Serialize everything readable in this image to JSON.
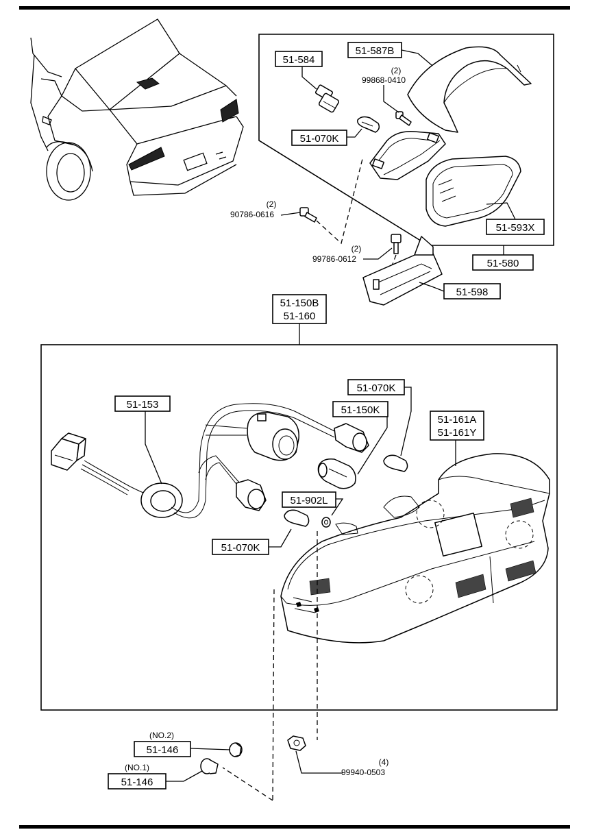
{
  "labels": {
    "p51_584": "51-584",
    "p51_587B": "51-587B",
    "p99868_qty": "(2)",
    "p99868": "99868-0410",
    "p51_070K_top": "51-070K",
    "p51_593X": "51-593X",
    "p51_580": "51-580",
    "p90786_qty": "(2)",
    "p90786": "90786-0616",
    "p99786_qty": "(2)",
    "p99786": "99786-0612",
    "p51_598": "51-598",
    "p51_150B": "51-150B",
    "p51_160": "51-160",
    "p51_153": "51-153",
    "p51_070K_mid": "51-070K",
    "p51_150K": "51-150K",
    "p51_161A": "51-161A",
    "p51_161Y": "51-161Y",
    "p51_902L": "51-902L",
    "p51_070K_low": "51-070K",
    "no2": "(NO.2)",
    "p51_146_no2": "51-146",
    "no1": "(NO.1)",
    "p51_146_no1": "51-146",
    "p99940_qty": "(4)",
    "p99940": "99940-0503"
  }
}
